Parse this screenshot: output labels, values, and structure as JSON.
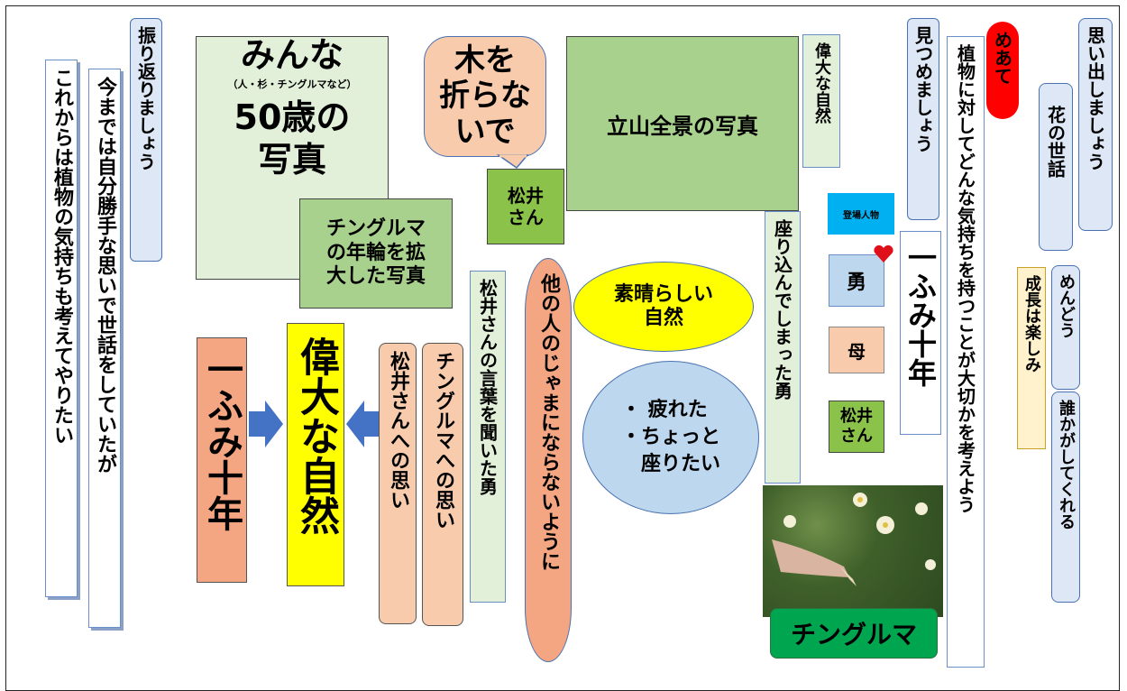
{
  "notes": {
    "korekara": "これからは植物の気持ちも考えてやりたい",
    "imamade": "今までは自分勝手な思いで世話をしていたが",
    "furikaeri": "振り返りましょう",
    "mitsume": "見つめましょう",
    "shokubutsu": "植物に対してどんな気持ちを持つことが大切かを考えよう",
    "meate": "めあて",
    "omoidashi": "思い出しましょう",
    "hana": "花の世話",
    "seicho": "成長は楽しみ",
    "mendou": "めんどう",
    "dareka": "誰かがしてくれる"
  },
  "photos": {
    "minna_big": "みんな",
    "minna_small": "（人・杉・チングルマなど）",
    "minna_age": "50歳の\n写真",
    "nenrin": "チングルマ\nの年輪を拡\n大した写真",
    "tateyama": "立山全景の写真",
    "chinguruma_label": "チングルマ"
  },
  "bubble": "木を\n折らな\nいで",
  "matsui_san": "松井\nさん",
  "idai_shizen_small": "偉大な自然",
  "flow": {
    "fumi_left": "一ふみ十年",
    "idai_big": "偉大な自然",
    "matsui_omoi": "松井さんへの思い",
    "chinguruma_omoi": "チングルマへの思い",
    "matsui_kotoba": "松井さんの言葉を聞いた勇",
    "hoka": "他の人のじゃまにならないように"
  },
  "ellipses": {
    "subarashii": "素晴らしい\n自然",
    "tsukareta": "・ 疲れた\n・ちょっと\n　座りたい"
  },
  "suwari": "座り込んでしまった勇",
  "characters": {
    "title": "登場人物",
    "isamu": "勇",
    "haha": "母",
    "matsui": "松井\nさん"
  },
  "fumi_right": "一ふみ十年",
  "colors": {
    "heart": "#e0101a",
    "arrow": "#4472c4",
    "meate_bg": "#ff0000",
    "char_title_bg": "#00b0f0"
  }
}
